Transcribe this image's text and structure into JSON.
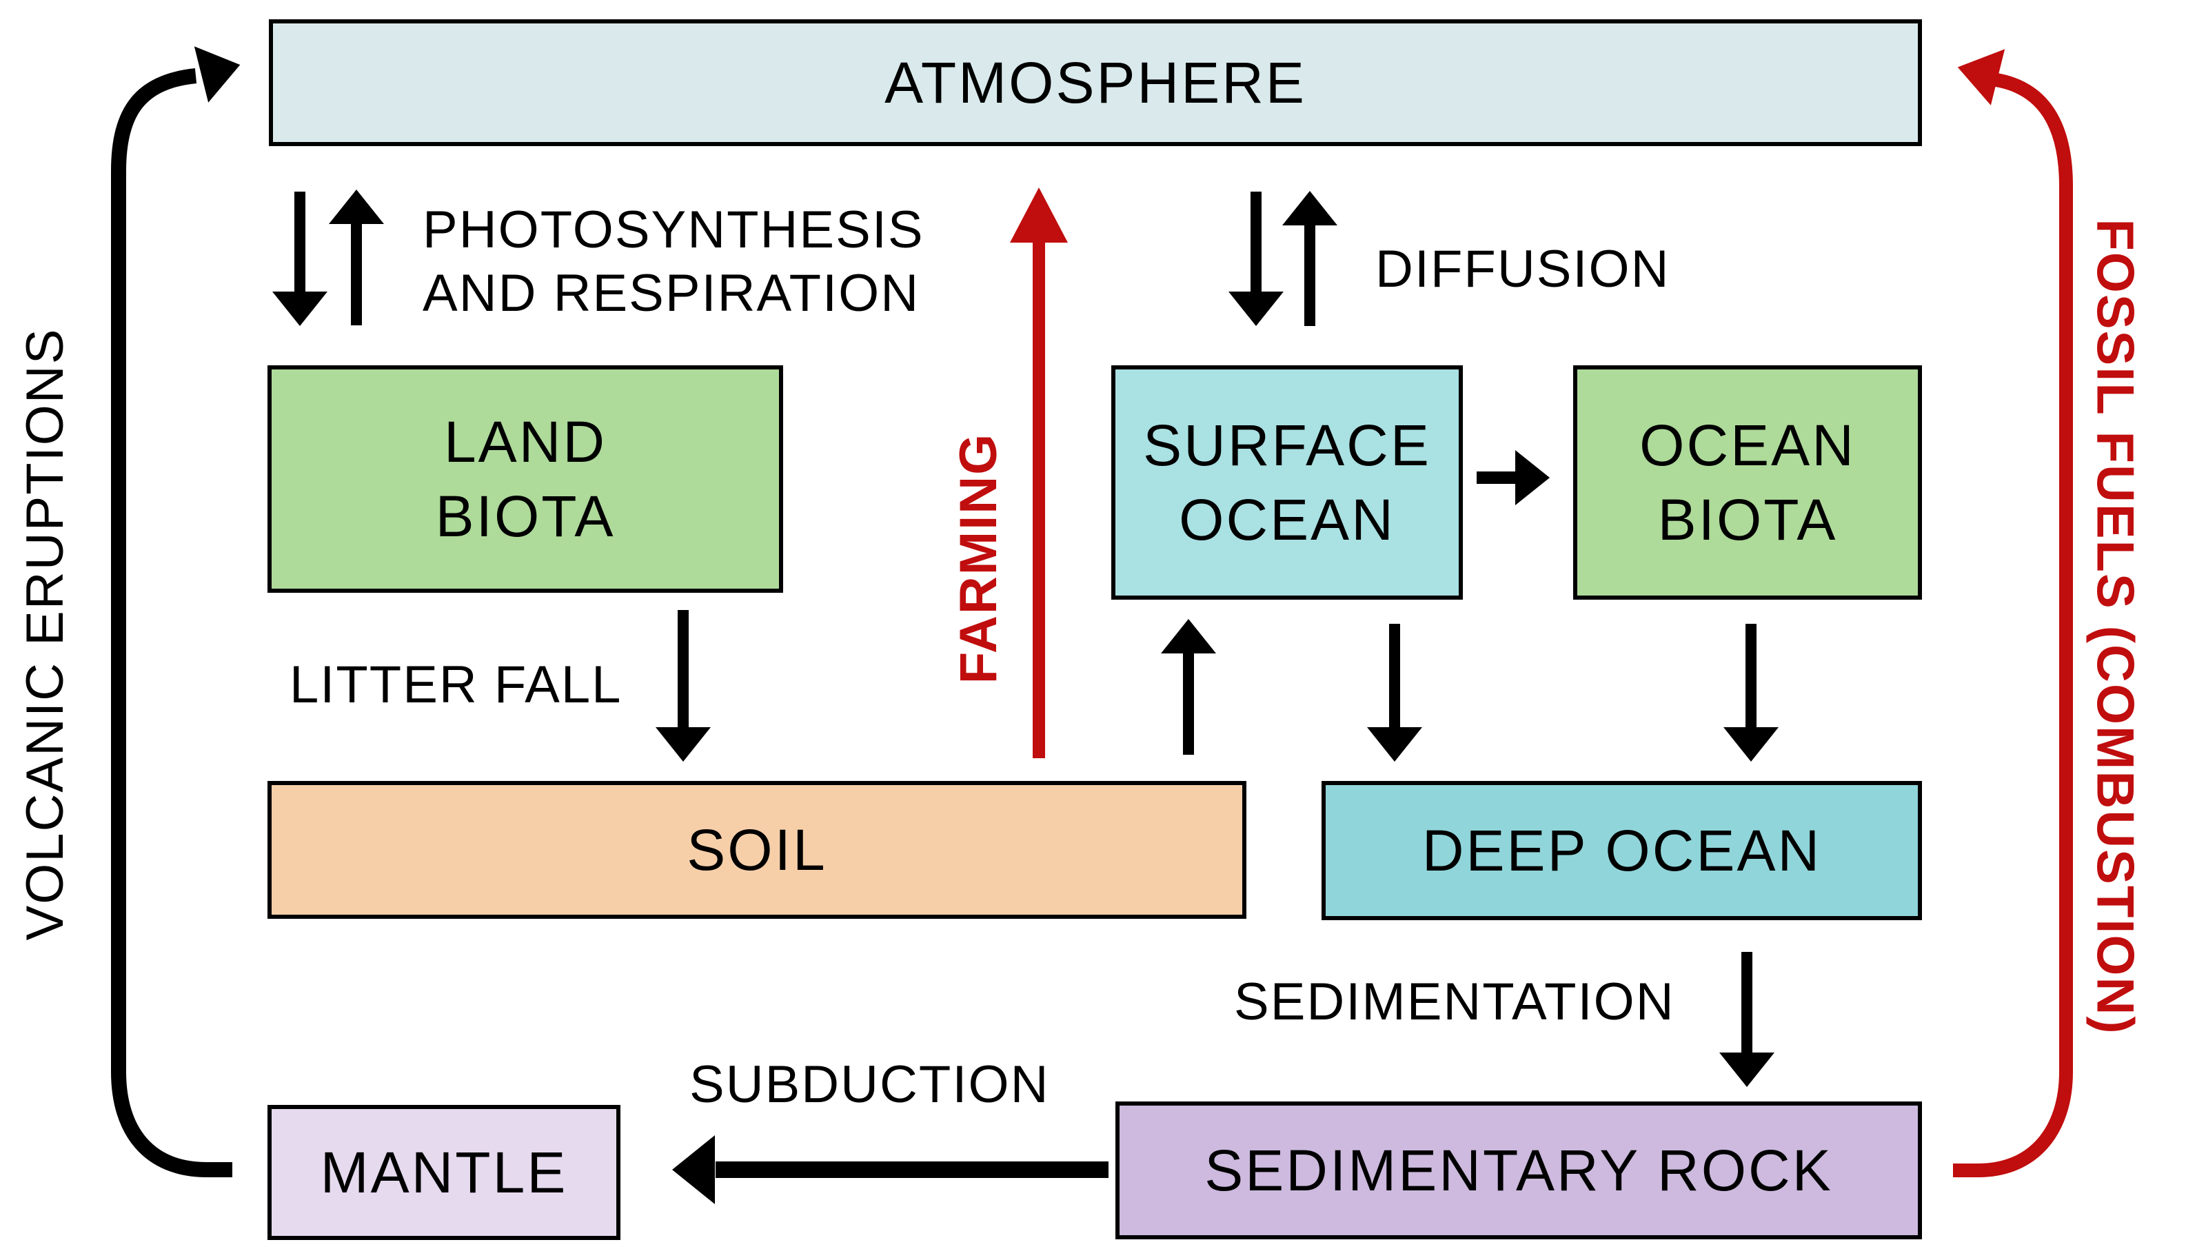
{
  "boxes": {
    "atmosphere": {
      "label": "ATMOSPHERE",
      "fill": "#daeaec"
    },
    "land_biota": {
      "line1": "LAND",
      "line2": "BIOTA",
      "fill": "#aeda9a"
    },
    "surface_ocean": {
      "line1": "SURFACE",
      "line2": "OCEAN",
      "fill": "#aae1e3"
    },
    "ocean_biota": {
      "line1": "OCEAN",
      "line2": "BIOTA",
      "fill": "#aeda9a"
    },
    "soil": {
      "label": "SOIL",
      "fill": "#f6cfa9"
    },
    "deep_ocean": {
      "label": "DEEP OCEAN",
      "fill": "#90d5d9"
    },
    "mantle": {
      "label": "MANTLE",
      "fill": "#e6daef"
    },
    "sedimentary_rock": {
      "label": "SEDIMENTARY ROCK",
      "fill": "#cdbade"
    }
  },
  "flow_labels": {
    "photosynthesis_line1": "PHOTOSYNTHESIS",
    "photosynthesis_line2": "AND RESPIRATION",
    "diffusion": "DIFFUSION",
    "litter_fall": "LITTER FALL",
    "farming": "FARMING",
    "sedimentation": "SEDIMENTATION",
    "subduction": "SUBDUCTION",
    "volcanic_eruptions": "VOLCANIC ERUPTIONS",
    "fossil_fuels": "FOSSIL FUELS (COMBUSTION)"
  },
  "flows": [
    {
      "name": "photosynthesis-respiration",
      "between": [
        "ATMOSPHERE",
        "LAND BIOTA"
      ],
      "direction": "both",
      "color": "black",
      "label": "PHOTOSYNTHESIS AND RESPIRATION"
    },
    {
      "name": "diffusion",
      "between": [
        "ATMOSPHERE",
        "SURFACE OCEAN"
      ],
      "direction": "both",
      "color": "black",
      "label": "DIFFUSION"
    },
    {
      "name": "litter-fall",
      "from": "LAND BIOTA",
      "to": "SOIL",
      "color": "black",
      "label": "LITTER FALL"
    },
    {
      "name": "farming",
      "from": "SOIL",
      "to": "ATMOSPHERE",
      "color": "red",
      "label": "FARMING"
    },
    {
      "name": "soil-to-surface-ocean",
      "from": "SOIL",
      "to": "SURFACE OCEAN",
      "color": "black",
      "label": ""
    },
    {
      "name": "surface-ocean-to-ocean-biota",
      "from": "SURFACE OCEAN",
      "to": "OCEAN BIOTA",
      "color": "black",
      "label": ""
    },
    {
      "name": "surface-ocean-to-deep-ocean",
      "from": "SURFACE OCEAN",
      "to": "DEEP OCEAN",
      "color": "black",
      "label": ""
    },
    {
      "name": "ocean-biota-to-deep-ocean",
      "from": "OCEAN BIOTA",
      "to": "DEEP OCEAN",
      "color": "black",
      "label": ""
    },
    {
      "name": "sedimentation",
      "from": "DEEP OCEAN",
      "to": "SEDIMENTARY ROCK",
      "color": "black",
      "label": "SEDIMENTATION"
    },
    {
      "name": "subduction",
      "from": "SEDIMENTARY ROCK",
      "to": "MANTLE",
      "color": "black",
      "label": "SUBDUCTION"
    },
    {
      "name": "volcanic-eruptions",
      "from": "MANTLE",
      "to": "ATMOSPHERE",
      "color": "black",
      "label": "VOLCANIC ERUPTIONS"
    },
    {
      "name": "fossil-fuels-combustion",
      "from": "SEDIMENTARY ROCK",
      "to": "ATMOSPHERE",
      "color": "red",
      "label": "FOSSIL FUELS (COMBUSTION)"
    }
  ],
  "colors": {
    "black": "#000000",
    "red": "#c00d0d",
    "border": "#000000",
    "background": "#ffffff"
  }
}
